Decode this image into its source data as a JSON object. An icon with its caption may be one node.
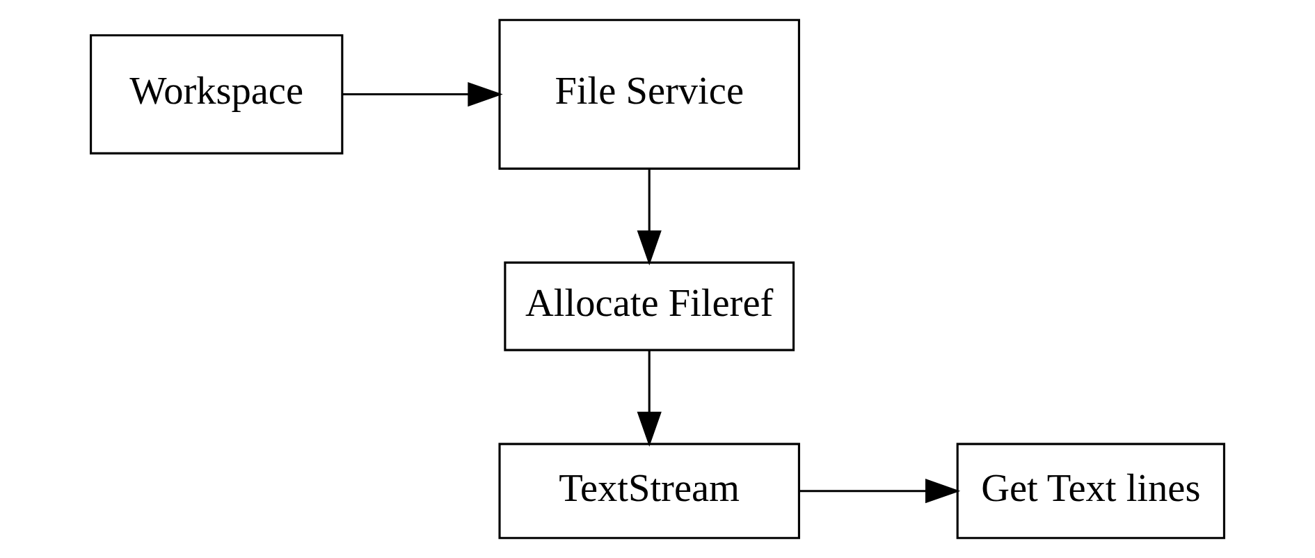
{
  "diagram": {
    "nodes": [
      {
        "text": [
          "Workspace"
        ]
      },
      {
        "text": [
          "File Service"
        ]
      },
      {
        "text": [
          "Allocate Fileref"
        ]
      },
      {
        "text": [
          "TextStream"
        ]
      },
      {
        "text": [
          "Get Text lines"
        ]
      }
    ],
    "edges": [
      {
        "from": 0,
        "to": 1,
        "arrow": "to"
      },
      {
        "from": 1,
        "to": 2,
        "arrow": "to"
      },
      {
        "from": 2,
        "to": 3,
        "arrow": "to"
      },
      {
        "from": 3,
        "to": 4,
        "arrow": "to"
      }
    ]
  }
}
